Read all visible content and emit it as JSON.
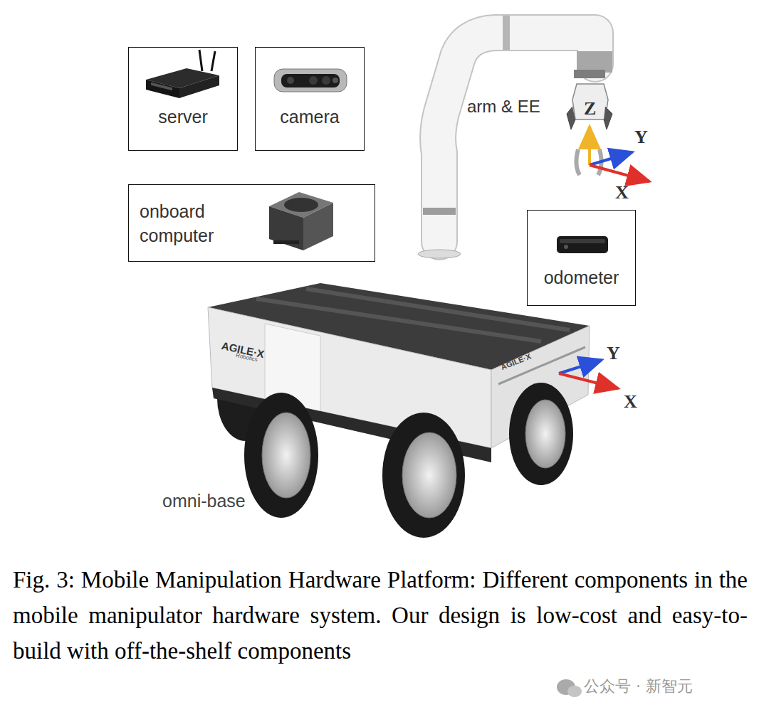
{
  "diagram": {
    "caption": "Fig. 3: Mobile Manipulation Hardware Platform: Different components in the mobile manipulator hardware system. Our design is low-cost and easy-to-build with off-the-shelf components",
    "nodes": [
      {
        "text": [
          "server"
        ]
      },
      {
        "text": [
          "camera"
        ]
      },
      {
        "text": [
          "onboard computer"
        ]
      },
      {
        "text": [
          "odometer"
        ]
      }
    ],
    "labels": [
      "arm & EE",
      "Z",
      "Y",
      "X",
      "AGILE·X",
      "Robotics",
      "AGILE·X",
      "Y",
      "X",
      "omni-base",
      "公众号 · 新智元"
    ]
  }
}
